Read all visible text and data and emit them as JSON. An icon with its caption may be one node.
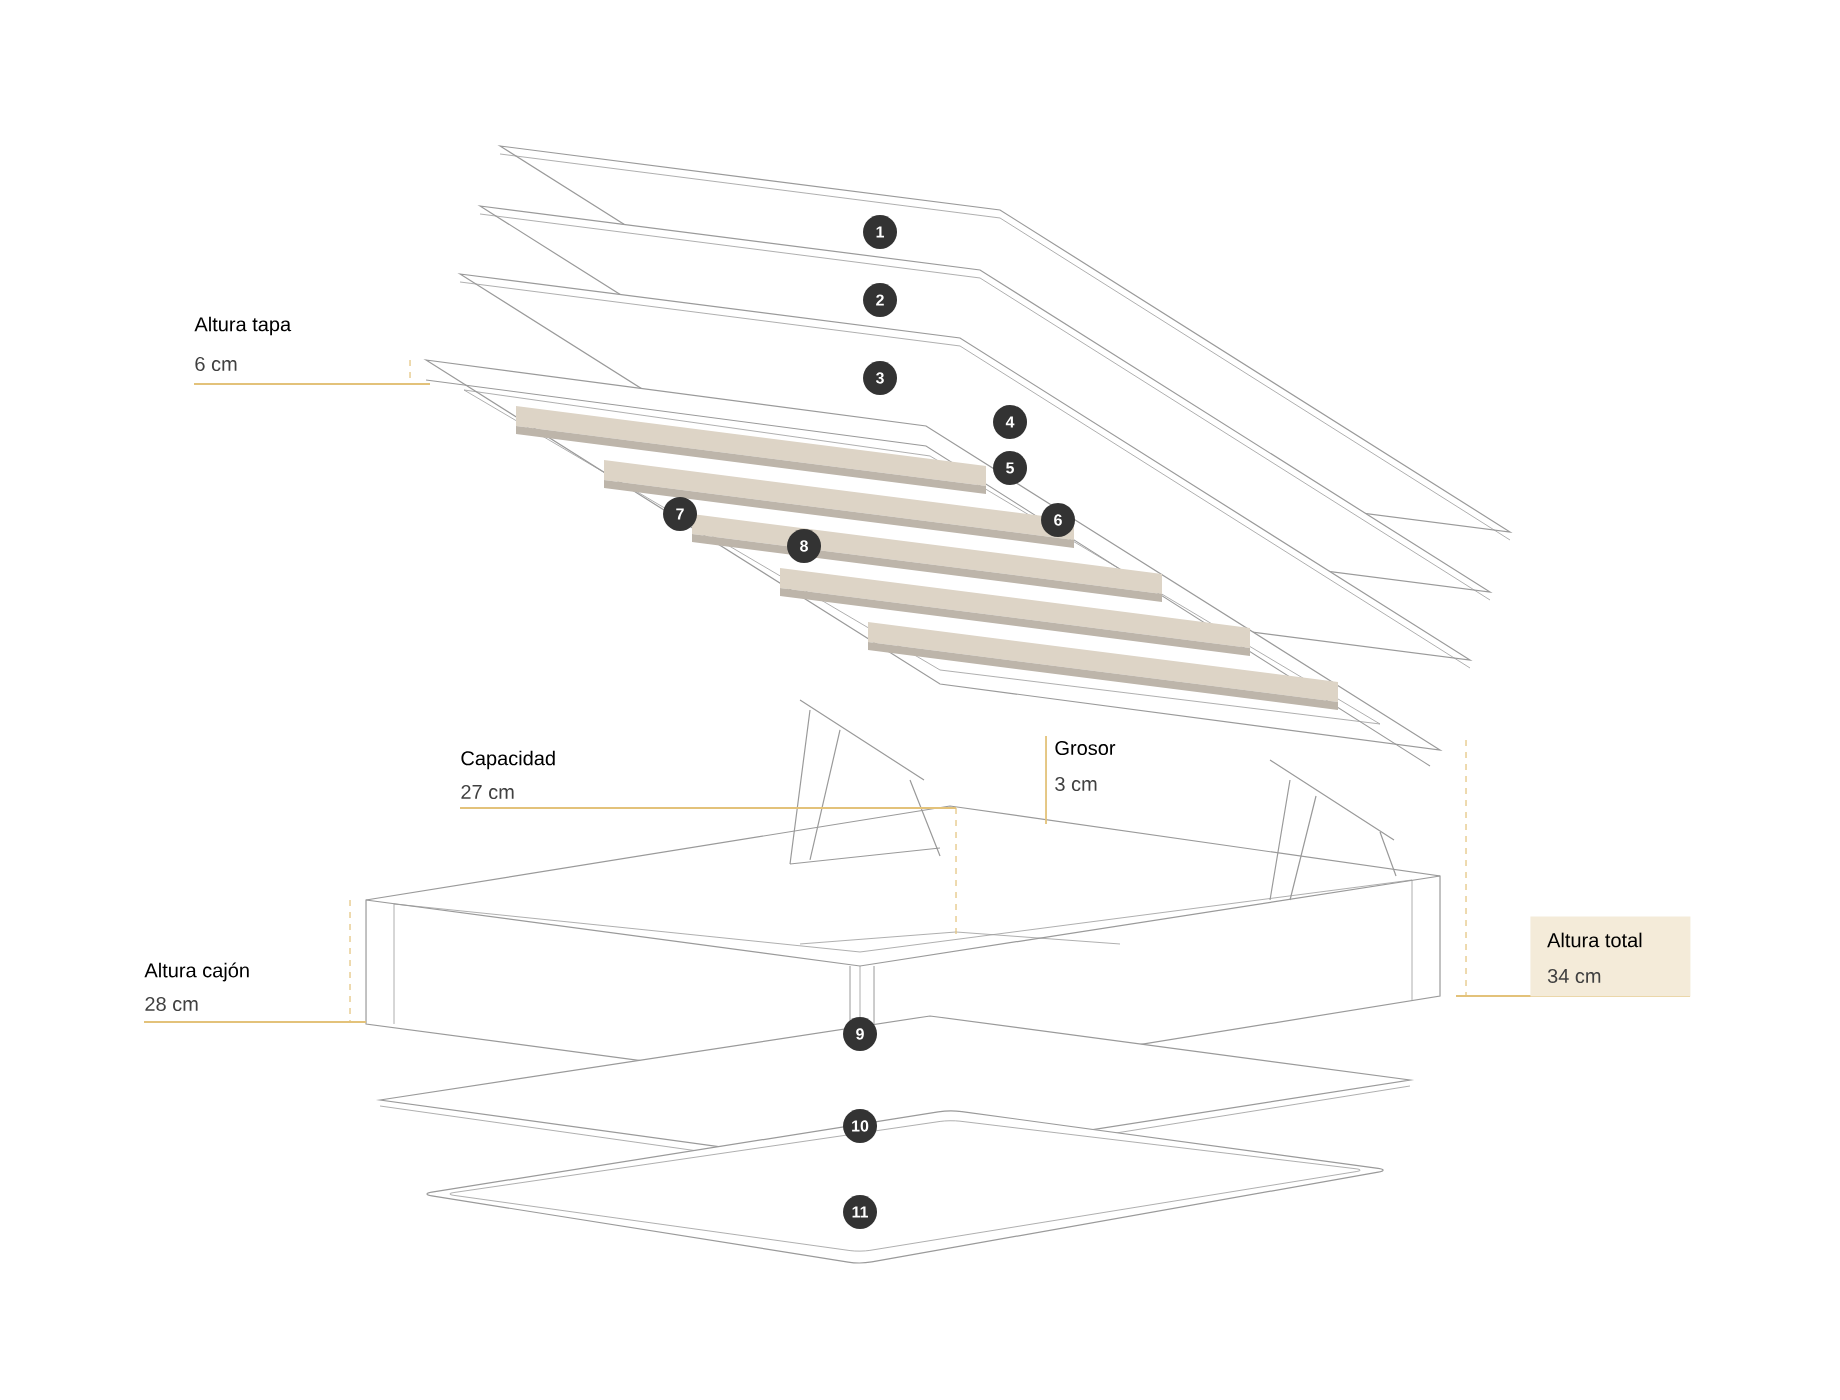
{
  "diagram": {
    "nodes": [
      {
        "text": [
          "Altura total",
          "34 cm"
        ]
      }
    ],
    "labels": [
      "1",
      "2",
      "Altura tapa",
      "6 cm",
      "3",
      "4",
      "5",
      "6",
      "7",
      "8",
      "Capacidad",
      "27 cm",
      "Grosor",
      "3 cm",
      "Altura cajón",
      "28 cm",
      "9",
      "10",
      "11"
    ]
  }
}
